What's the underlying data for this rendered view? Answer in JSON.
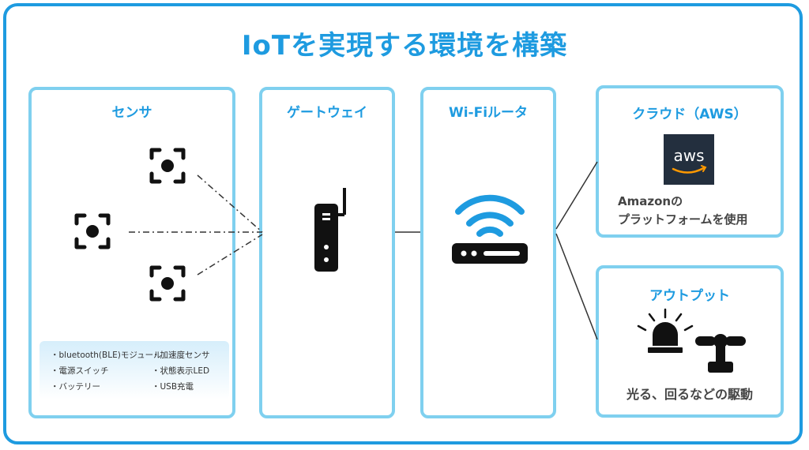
{
  "title": "IoTを実現する環境を構築",
  "panels": {
    "sensor": {
      "title": "センサ",
      "features": [
        "・bluetooth(BLE)モジュール",
        "・加速度センサ",
        "・電源スイッチ",
        "・状態表示LED",
        "・バッテリー",
        "・USB充電"
      ]
    },
    "gateway": {
      "title": "ゲートウェイ"
    },
    "router": {
      "title": "Wi-Fiルータ"
    },
    "cloud": {
      "title": "クラウド（AWS）",
      "logo_text": "aws",
      "caption_line1": "Amazonの",
      "caption_line2": "プラットフォームを使用"
    },
    "output": {
      "title": "アウトプット",
      "caption": "光る、回るなどの駆動"
    }
  },
  "colors": {
    "accent": "#1e9be0",
    "panel_border": "#7fd0ef",
    "icon": "#111111",
    "aws_bg": "#232f3e"
  }
}
